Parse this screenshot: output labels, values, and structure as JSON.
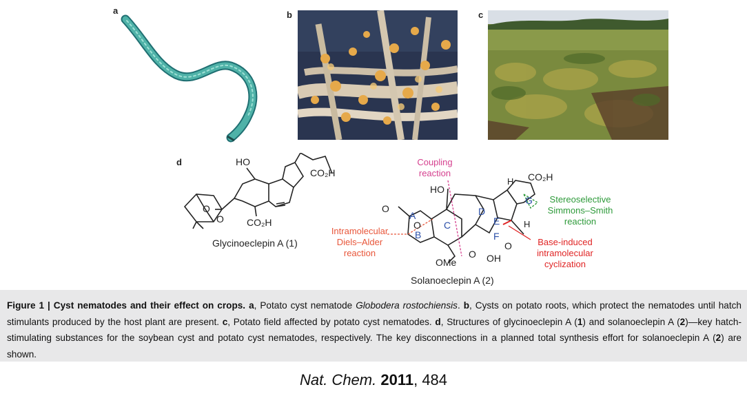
{
  "panels": {
    "a": "a",
    "b": "b",
    "c": "c",
    "d": "d"
  },
  "chem": {
    "glycinoeclepin": {
      "ho": "HO",
      "co2h_top": "CO₂H",
      "co2h_bottom": "CO₂H",
      "o_ring": "O",
      "o_keto": "O",
      "name": "Glycinoeclepin A (1)"
    },
    "solanoeclepin": {
      "ho": "HO",
      "h_left": "H",
      "co2h": "CO₂H",
      "h_right": "H",
      "o_left": "O",
      "o_ring": "O",
      "ome": "OMe",
      "o_ketone": "O",
      "o_carbonyl": "O",
      "oh": "OH",
      "rings": [
        "A",
        "B",
        "C",
        "D",
        "E",
        "F",
        "G"
      ],
      "name": "Solanoeclepin A (2)"
    },
    "annotations": {
      "coupling": [
        "Coupling",
        "reaction"
      ],
      "diels_alder": [
        "Intramolecular",
        "Diels–Alder",
        "reaction"
      ],
      "simmons_smith": [
        "Stereoselective",
        "Simmons–Smith",
        "reaction"
      ],
      "base_induced": [
        "Base-induced",
        "intramolecular",
        "cyclization"
      ]
    },
    "colors": {
      "coupling": "#d5418f",
      "diels_alder": "#e8563a",
      "simmons_smith": "#2e9a3a",
      "base_induced": "#e02424",
      "ring_letters": "#2b4fa8"
    }
  },
  "caption": {
    "label": "Figure 1 | Cyst nematodes and their effect on crops.",
    "a_key": "a",
    "a_text": ", Potato cyst nematode ",
    "a_species": "Globodera rostochiensis",
    "a_end": ". ",
    "b_key": "b",
    "b_text": ", Cysts on potato roots, which protect the nematodes until hatch stimulants produced by the host plant are present. ",
    "c_key": "c",
    "c_text": ", Potato field affected by potato cyst nematodes. ",
    "d_key": "d",
    "d_text1": ", Structures of glycinoeclepin A (",
    "d_num1": "1",
    "d_text2": ") and solanoeclepin A (",
    "d_num2": "2",
    "d_text3": ")—key hatch-stimulating substances for the soybean cyst and potato cyst nematodes, respectively. The key disconnections in a planned total synthesis effort for solanoeclepin A (",
    "d_num3": "2",
    "d_text4": ") are shown."
  },
  "citation": {
    "journal": "Nat. Chem.",
    "year": "2011",
    "page": ", 484"
  }
}
